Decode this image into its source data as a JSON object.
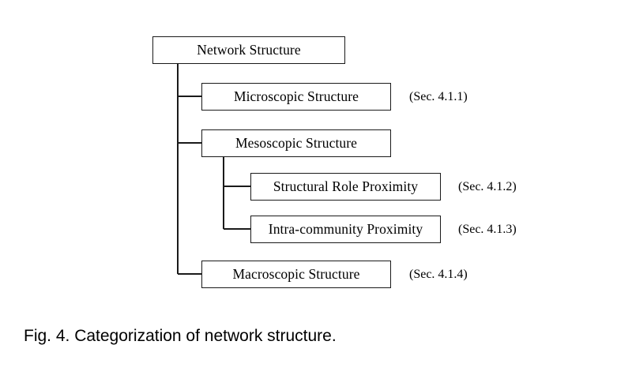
{
  "figure": {
    "caption": "Fig. 4. Categorization of network structure.",
    "background_color": "#ffffff",
    "line_color": "#1a1a1a",
    "text_color": "#000000"
  },
  "diagram": {
    "type": "tree",
    "root": {
      "id": "network-structure",
      "label": "Network Structure",
      "section": ""
    },
    "nodes": [
      {
        "id": "microscopic-structure",
        "label": "Microscopic Structure",
        "section": "(Sec. 4.1.1)",
        "level": 1,
        "parent": "network-structure"
      },
      {
        "id": "mesoscopic-structure",
        "label": "Mesoscopic Structure",
        "section": "",
        "level": 1,
        "parent": "network-structure"
      },
      {
        "id": "structural-role-proximity",
        "label": "Structural Role Proximity",
        "section": "(Sec. 4.1.2)",
        "level": 2,
        "parent": "mesoscopic-structure"
      },
      {
        "id": "intra-community-proximity",
        "label": "Intra-community Proximity",
        "section": "(Sec. 4.1.3)",
        "level": 2,
        "parent": "mesoscopic-structure"
      },
      {
        "id": "macroscopic-structure",
        "label": "Macroscopic Structure",
        "section": "(Sec. 4.1.4)",
        "level": 1,
        "parent": "network-structure"
      }
    ]
  }
}
